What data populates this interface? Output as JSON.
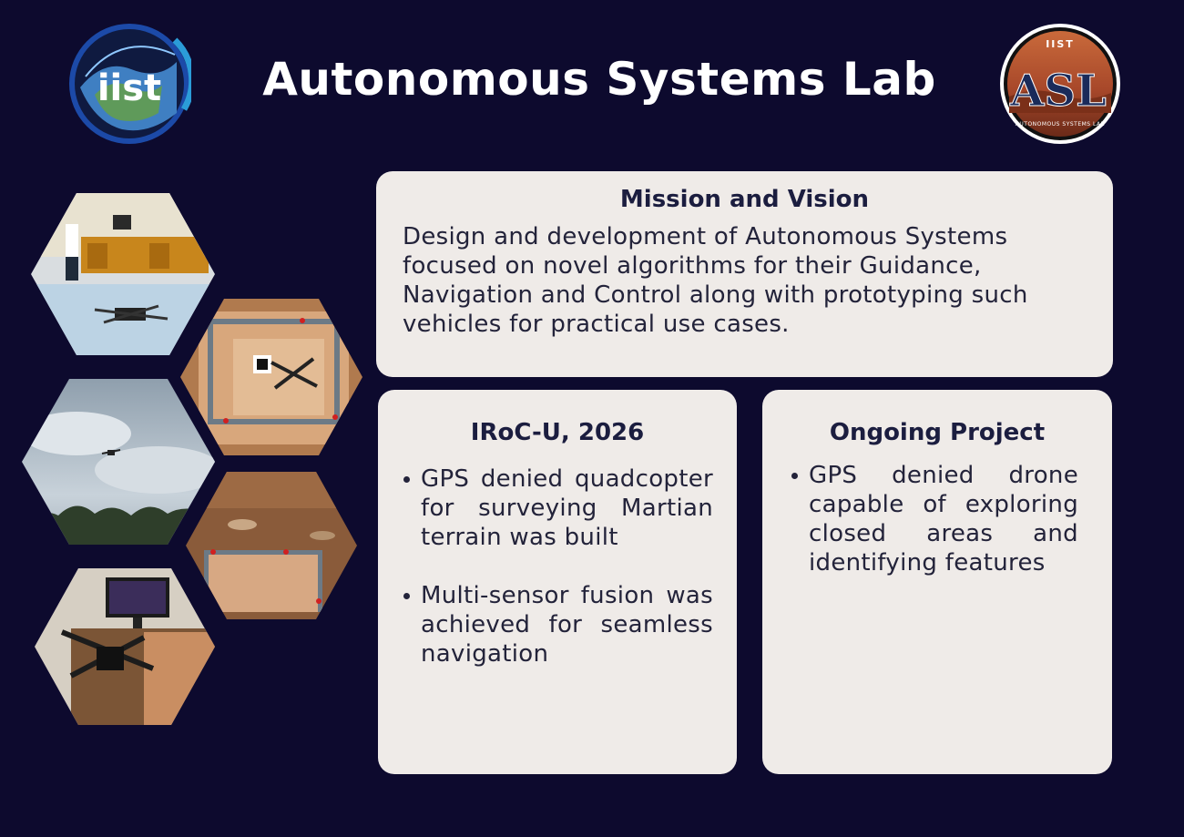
{
  "header": {
    "title": "Autonomous Systems Lab"
  },
  "logos": {
    "left": {
      "icon": "iist-logo-icon",
      "text": "iist"
    },
    "right": {
      "icon": "asl-logo-icon",
      "text_top": "IIST",
      "monogram": "ASL",
      "text_bottom": "AUTONOMOUS SYSTEMS LAB"
    }
  },
  "mission": {
    "heading": "Mission and Vision",
    "body": "Design and development of Autonomous Systems focused on novel algorithms for their Guidance, Navigation and Control along with prototyping such vehicles for practical use cases."
  },
  "iroc": {
    "heading": "IRoC-U, 2026",
    "bullets": [
      "GPS denied quadcopter for surveying Martian terrain was built",
      "Multi-sensor fusion was achieved for seamless navigation"
    ]
  },
  "ongoing": {
    "heading": "Ongoing Project",
    "bullets": [
      "GPS denied drone capable of exploring closed areas and identifying features"
    ]
  },
  "photos": [
    {
      "icon": "lab-drone-photo"
    },
    {
      "icon": "test-arena-photo"
    },
    {
      "icon": "drone-in-sky-photo"
    },
    {
      "icon": "mars-terrain-arena-photo"
    },
    {
      "icon": "drone-workbench-photo"
    }
  ],
  "colors": {
    "background": "#0d0a2e",
    "card": "#efebe8",
    "heading": "#1b1d3f",
    "text": "#23233a",
    "title": "#ffffff"
  }
}
